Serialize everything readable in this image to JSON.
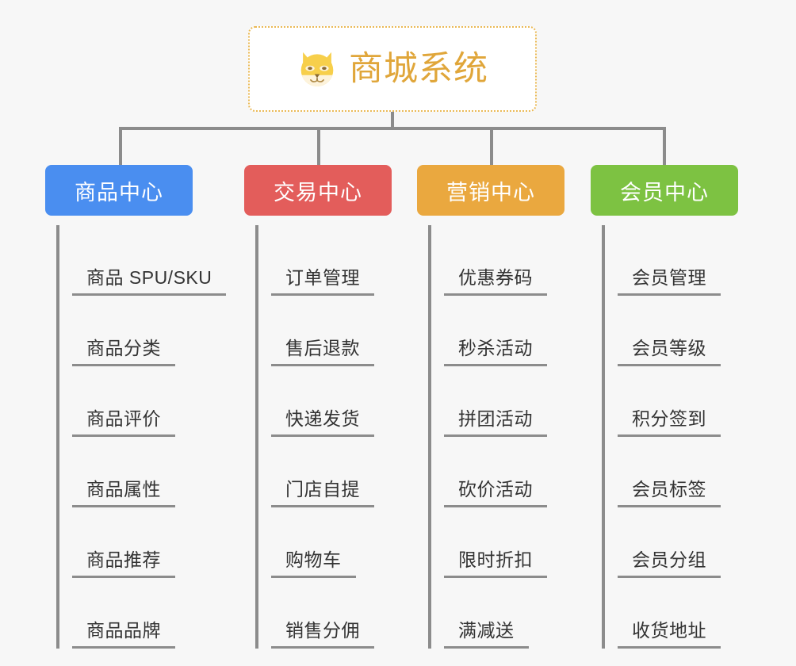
{
  "diagram": {
    "title": "商城系统",
    "background_color": "#f7f7f7",
    "root": {
      "label": "商城系统",
      "icon": "shiba-dog-icon",
      "text_color": "#e0a63a",
      "border_color": "#eab956",
      "background_color": "#ffffff"
    },
    "connector_color": "#8c8c8c",
    "branches": [
      {
        "header": "商品中心",
        "color": "#4a8ef0",
        "items": [
          "商品 SPU/SKU",
          "商品分类",
          "商品评价",
          "商品属性",
          "商品推荐",
          "商品品牌"
        ]
      },
      {
        "header": "交易中心",
        "color": "#e35d5b",
        "items": [
          "订单管理",
          "售后退款",
          "快递发货",
          "门店自提",
          "购物车",
          "销售分佣"
        ]
      },
      {
        "header": "营销中心",
        "color": "#eaa83f",
        "items": [
          "优惠券码",
          "秒杀活动",
          "拼团活动",
          "砍价活动",
          "限时折扣",
          "满减送"
        ]
      },
      {
        "header": "会员中心",
        "color": "#7dc242",
        "items": [
          "会员管理",
          "会员等级",
          "积分签到",
          "会员标签",
          "会员分组",
          "收货地址"
        ]
      }
    ]
  }
}
